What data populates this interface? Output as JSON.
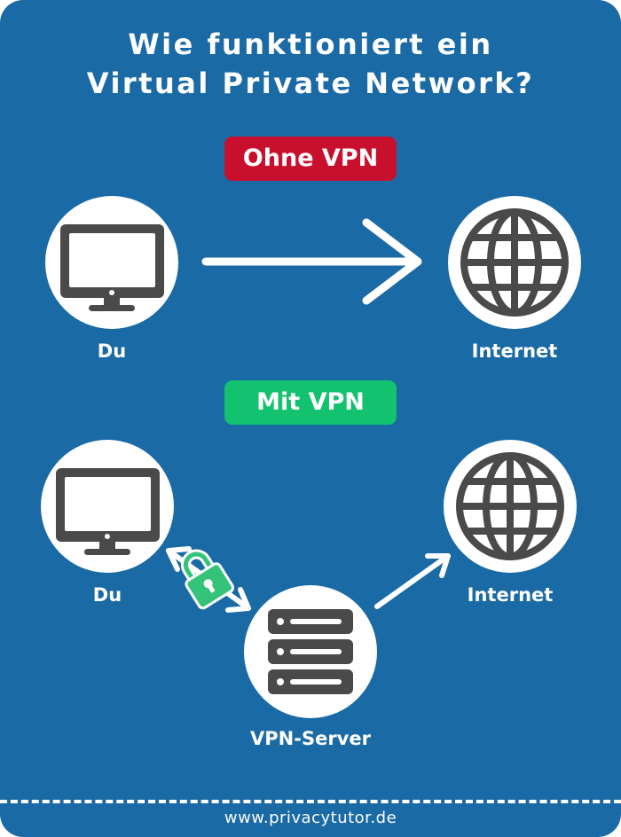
{
  "title": {
    "line1": "Wie funktioniert ein",
    "line2": "Virtual Private Network?"
  },
  "without_vpn": {
    "badge": "Ohne VPN",
    "you_label": "Du",
    "internet_label": "Internet"
  },
  "with_vpn": {
    "badge": "Mit VPN",
    "you_label": "Du",
    "internet_label": "Internet",
    "server_label": "VPN-Server"
  },
  "footer": {
    "url": "www.privacytutor.de"
  },
  "colors": {
    "background": "#1a6aa6",
    "badge_without": "#c8102e",
    "badge_with": "#12c26f",
    "icon": "#4a4a4a",
    "lock": "#33c47a"
  },
  "icons": [
    "monitor-icon",
    "globe-icon",
    "server-icon",
    "lock-icon",
    "arrow-icon"
  ]
}
